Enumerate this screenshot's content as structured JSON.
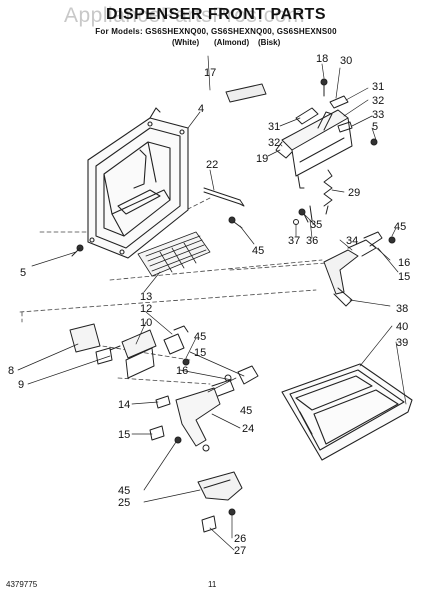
{
  "header": {
    "title": "DISPENSER FRONT PARTS",
    "watermark": "AppliancePartsPros.com",
    "models": "For Models: GS6SHEXNQ00, GS6SHEXNQ00, GS6SHEXNS00",
    "variants": [
      "(White)",
      "(Almond)",
      "(Bisk)"
    ]
  },
  "callouts": [
    "18",
    "30",
    "17",
    "31",
    "32",
    "4",
    "33",
    "31",
    "5",
    "32",
    "19",
    "22",
    "29",
    "35",
    "36",
    "37",
    "45",
    "34",
    "45",
    "5",
    "16",
    "15",
    "13",
    "38",
    "40",
    "12",
    "10",
    "39",
    "45",
    "15",
    "8",
    "9",
    "16",
    "14",
    "45",
    "24",
    "15",
    "45",
    "25",
    "26",
    "27"
  ],
  "footer": {
    "code": "4379775",
    "page": "11"
  }
}
